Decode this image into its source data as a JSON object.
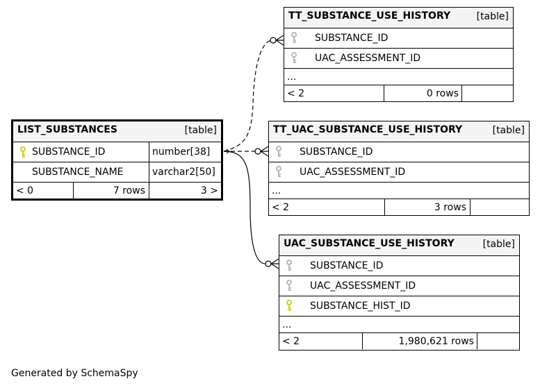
{
  "tables": {
    "list_substances": {
      "name": "LIST_SUBSTANCES",
      "kind": "[table]",
      "columns": [
        {
          "name": "SUBSTANCE_ID",
          "type": "number[38]",
          "key": "primary"
        },
        {
          "name": "SUBSTANCE_NAME",
          "type": "varchar2[50]",
          "key": "none"
        }
      ],
      "footer": {
        "parents": "< 0",
        "rows": "7 rows",
        "children": "3 >"
      }
    },
    "tt_substance_use_history": {
      "name": "TT_SUBSTANCE_USE_HISTORY",
      "kind": "[table]",
      "columns": [
        {
          "name": "SUBSTANCE_ID",
          "key": "foreign"
        },
        {
          "name": "UAC_ASSESSMENT_ID",
          "key": "foreign"
        }
      ],
      "ellipsis": "...",
      "footer": {
        "parents": "< 2",
        "rows": "0 rows",
        "children": ""
      }
    },
    "tt_uac_substance_use_history": {
      "name": "TT_UAC_SUBSTANCE_USE_HISTORY",
      "kind": "[table]",
      "columns": [
        {
          "name": "SUBSTANCE_ID",
          "key": "foreign"
        },
        {
          "name": "UAC_ASSESSMENT_ID",
          "key": "foreign"
        }
      ],
      "ellipsis": "...",
      "footer": {
        "parents": "< 2",
        "rows": "3 rows",
        "children": ""
      }
    },
    "uac_substance_use_history": {
      "name": "UAC_SUBSTANCE_USE_HISTORY",
      "kind": "[table]",
      "columns": [
        {
          "name": "SUBSTANCE_ID",
          "key": "foreign"
        },
        {
          "name": "UAC_ASSESSMENT_ID",
          "key": "foreign"
        },
        {
          "name": "SUBSTANCE_HIST_ID",
          "key": "primary"
        }
      ],
      "ellipsis": "...",
      "footer": {
        "parents": "< 2",
        "rows": "1,980,621 rows",
        "children": ""
      }
    }
  },
  "caption": "Generated by SchemaSpy",
  "colors": {
    "primary_key": "#d4d400",
    "foreign_key": "#b8b8b8",
    "header_bg": "#f4f4f4"
  }
}
